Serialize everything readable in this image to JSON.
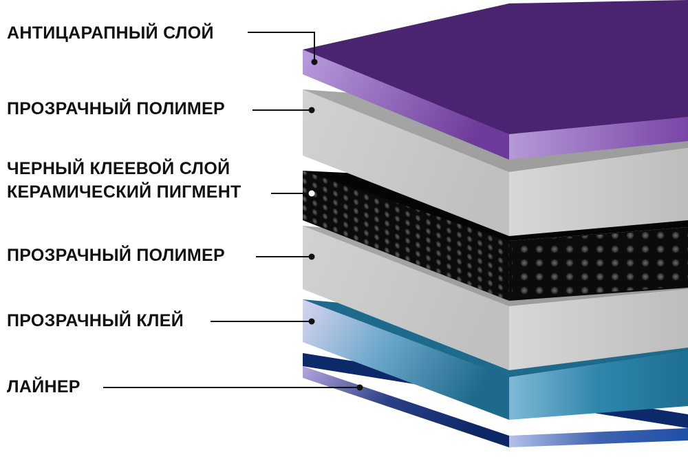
{
  "layers": [
    {
      "id": "anti-scratch",
      "label": "АНТИЦАРАПНЫЙ СЛОЙ",
      "color": "#4a2470"
    },
    {
      "id": "clear-polymer-top",
      "label": "ПРОЗРАЧНЫЙ ПОЛИМЕР",
      "color": "#b8b8b8"
    },
    {
      "id": "black-adhesive",
      "label": "ЧЕРНЫЙ КЛЕЕВОЙ СЛОЙ",
      "label2": "КЕРАМИЧЕСКИЙ ПИГМЕНТ",
      "color": "#0a0a0a"
    },
    {
      "id": "clear-polymer-bottom",
      "label": "ПРОЗРАЧНЫЙ ПОЛИМЕР",
      "color": "#b8b8b8"
    },
    {
      "id": "clear-glue",
      "label": "ПРОЗРАЧНЫЙ КЛЕЙ",
      "color": "#1d6f92"
    },
    {
      "id": "liner",
      "label": "ЛАЙНЕР",
      "color": "#0b2a66"
    }
  ]
}
